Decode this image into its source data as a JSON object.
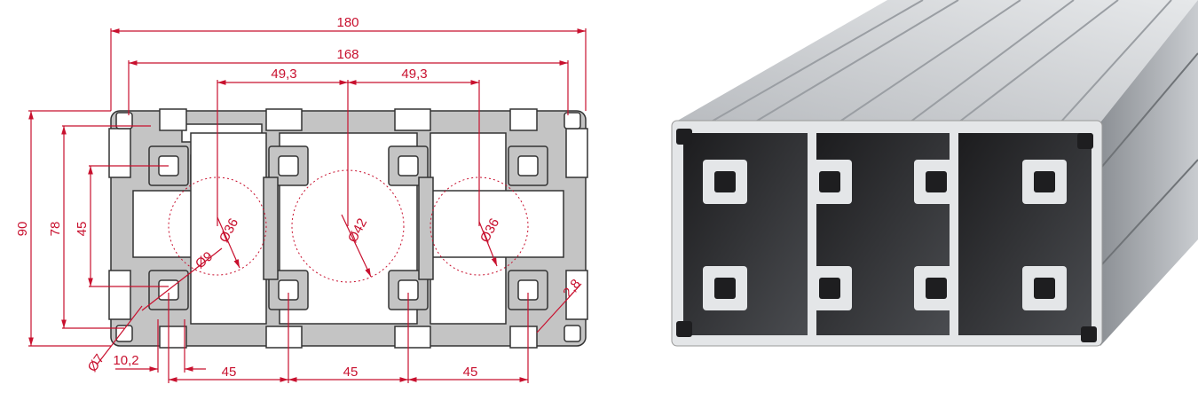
{
  "drawing": {
    "dimensions": {
      "overall_width": "180",
      "slot_span_width": "168",
      "chamber_pitch_left": "49,3",
      "chamber_pitch_right": "49,3",
      "overall_height": "90",
      "slot_span_height": "78",
      "inner_height": "45",
      "diameter_left": "Ø36",
      "diameter_center": "Ø42",
      "diameter_right": "Ø36",
      "core_bore": "Ø9",
      "corner_bore": "Ø7",
      "slot_width": "10,2",
      "pitch_1": "45",
      "pitch_2": "45",
      "pitch_3": "45",
      "wall_thickness": "2,8"
    },
    "colors": {
      "dimension": "#c8102e",
      "profile": "#c4c4c4"
    }
  }
}
